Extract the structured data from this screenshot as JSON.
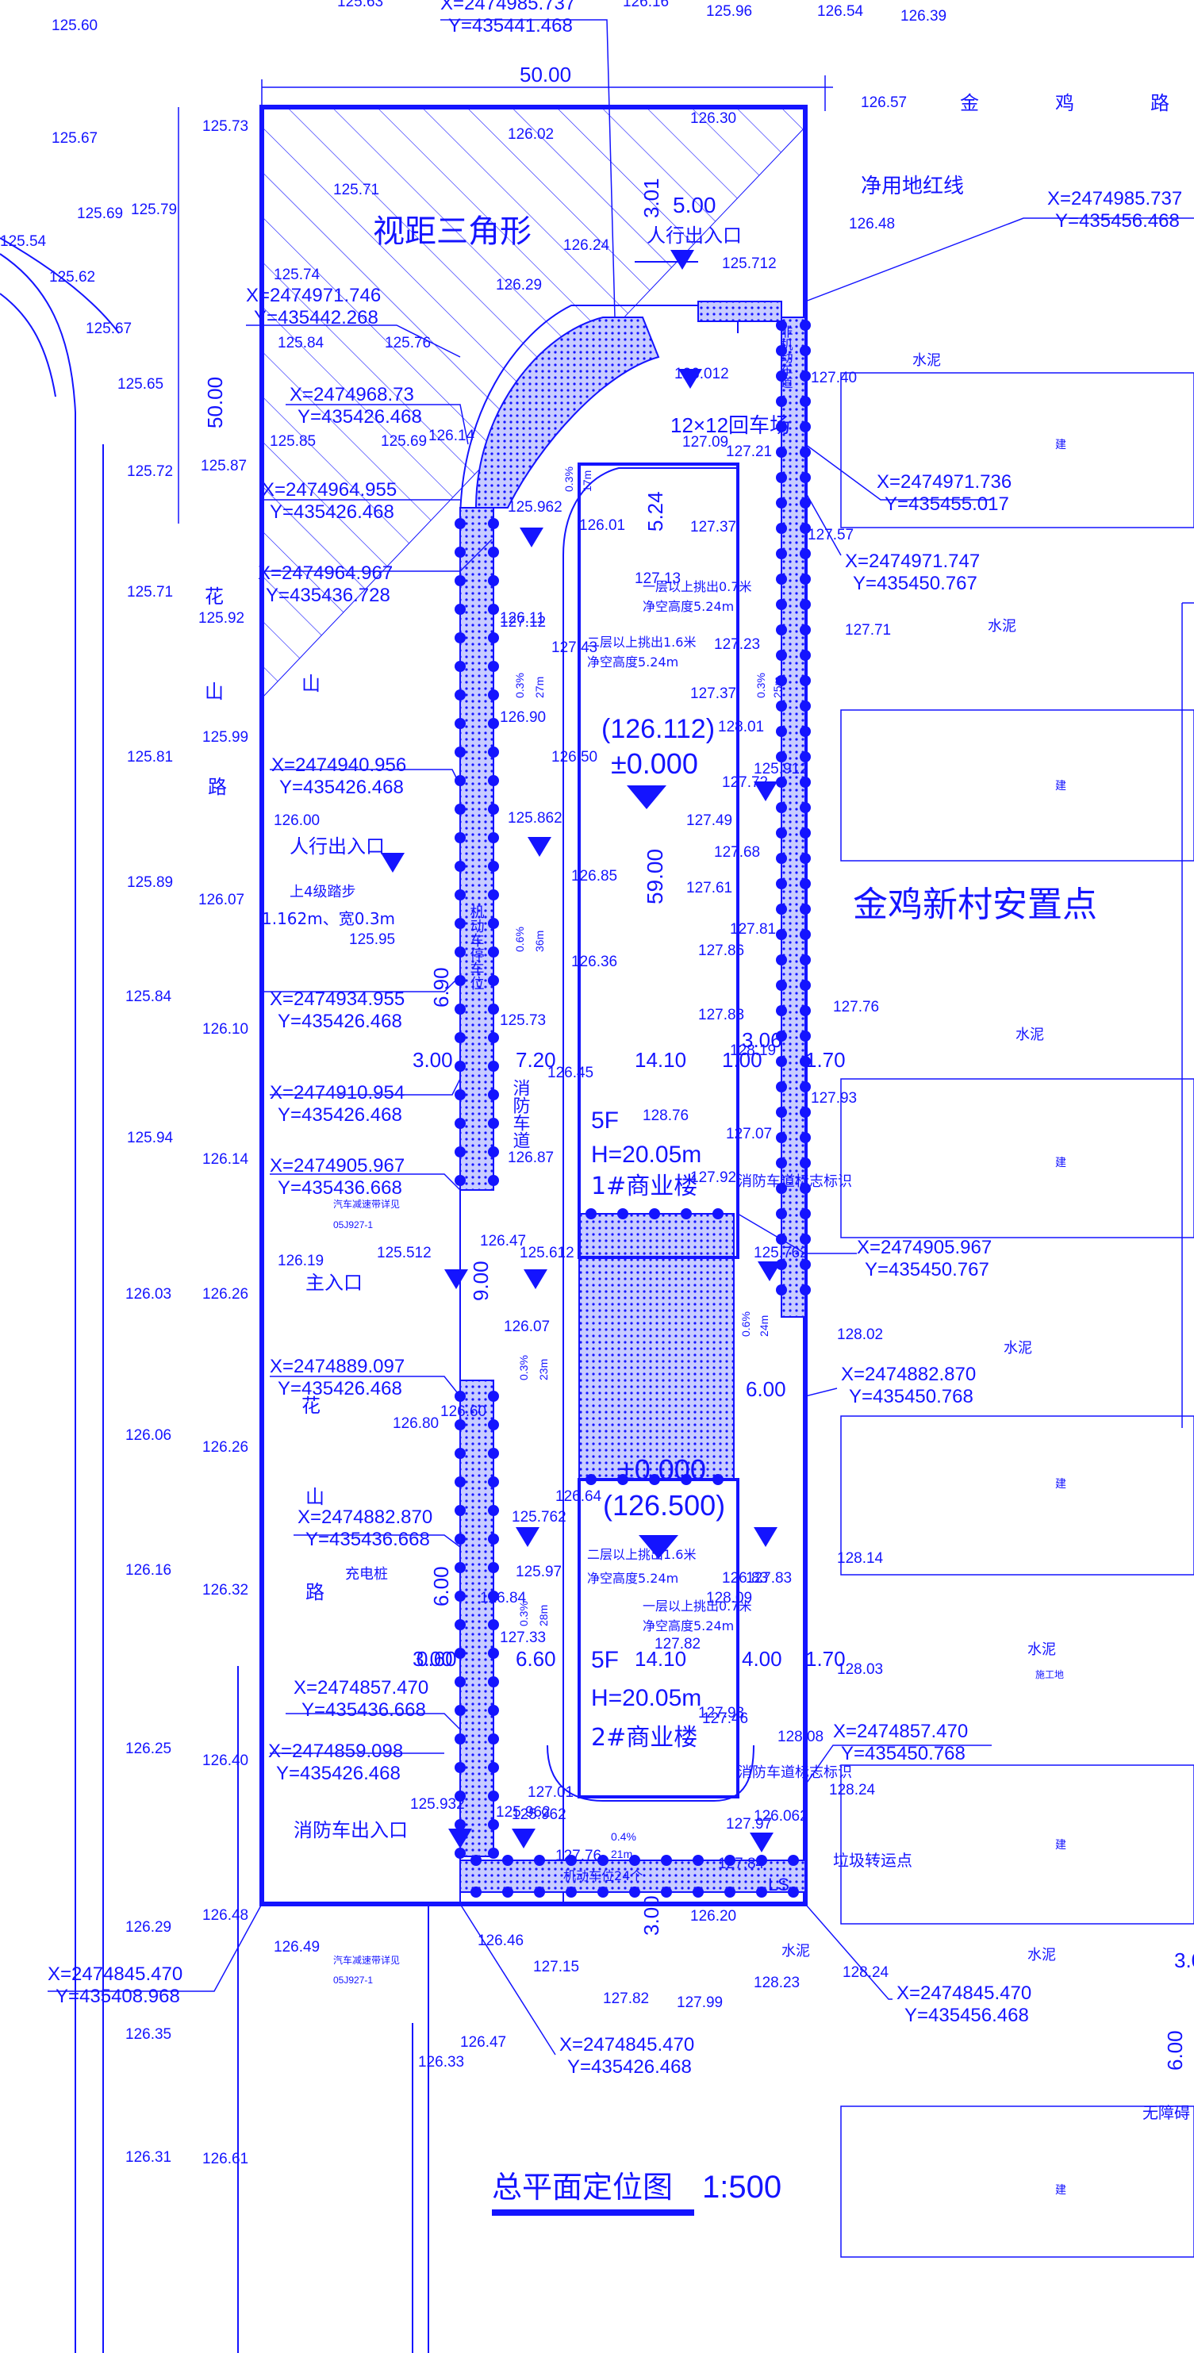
{
  "colors": {
    "line": "#1414ff",
    "hatch_fill": "#cfd2ff",
    "background": "#ffffff"
  },
  "drawing": {
    "title": "总平面定位图",
    "scale": "1:500",
    "site_name": "金鸡新村安置点",
    "roads": {
      "jinji_road": [
        "金",
        "鸡",
        "路"
      ],
      "huashan_road": [
        "花",
        "山",
        "路"
      ]
    },
    "sight_triangle": "视距三角形",
    "red_line_label": "净用地红线",
    "dimensions": {
      "top_width": "50.00",
      "left_height": "50.00",
      "gate_width": "5.00",
      "turnaround": "12×12回车场",
      "b1_width": "14.10",
      "b1_length": "59.00",
      "b2_width": "14.10",
      "road_width": "7.20",
      "lane_width_1": "3.00",
      "lane_width_2": "6.00",
      "setback_1": "1.00",
      "setback_2": "1.70",
      "setback_3": "4.00",
      "setback_4": "6.60",
      "setback_5": "0.60",
      "dim_301": "3.01",
      "dim_524": "5.24",
      "dim_9": "9.00",
      "dim_690": "6.90",
      "dim_306": "3.06"
    },
    "buildings": [
      {
        "floors": "5F",
        "height": "H=20.05m",
        "name": "1#商业楼",
        "elev": "(126.112)",
        "zero": "±0.000"
      },
      {
        "floors": "5F",
        "height": "H=20.05m",
        "name": "2#商业楼",
        "elev": "(126.500)",
        "zero": "±0.000"
      }
    ],
    "entrances": {
      "ped_north": "人行出入口",
      "ped_west": "人行出入口",
      "main": "主入口",
      "fire_exit": "消防车出入口"
    },
    "notes": {
      "fire_lane": "消防车道",
      "fire_sign_1": "消防车道标志标识",
      "fire_sign_2": "消防车道标志标识",
      "motor_parking": "机动车停车位",
      "nonmotor_lane": "非机动车道",
      "charging": "充电桩",
      "step": "上4级踏步",
      "step_size": "1.162m、宽0.3m",
      "clear_1": "二层以上挑出1.6米",
      "clear_2": "净空高度5.24m",
      "clear_3": "一层以上挑出0.7米",
      "clear_4": "净空高度5.24m",
      "lsd": "LS",
      "garbage": "垃圾转运点",
      "parking_24": "机动车位24个",
      "cement": "水泥",
      "building_e": "建",
      "construction": "施工地",
      "unobstructed": "无障碍",
      "detail_ref_1": "汽车减速带详见",
      "detail_ref_2": "05J927-1",
      "slope_1": "0.3%",
      "slope_2": "0.6%",
      "slope_3": "0.4%",
      "len_27": "27m",
      "len_25": "25m",
      "len_17": "17m",
      "len_21": "21m",
      "len_24": "24m",
      "len_28": "28m",
      "len_36": "36m",
      "len_23": "23m"
    },
    "coordinates": [
      {
        "x": "X=2474985.737",
        "y": "Y=435441.468"
      },
      {
        "x": "X=2474985.737",
        "y": "Y=435456.468"
      },
      {
        "x": "X=2474971.746",
        "y": "Y=435442.268"
      },
      {
        "x": "X=2474968.73",
        "y": "Y=435426.468"
      },
      {
        "x": "X=2474964.955",
        "y": "Y=435426.468"
      },
      {
        "x": "X=2474964.967",
        "y": "Y=435436.728"
      },
      {
        "x": "X=2474971.736",
        "y": "Y=435455.017"
      },
      {
        "x": "X=2474971.747",
        "y": "Y=435450.767"
      },
      {
        "x": "X=2474940.956",
        "y": "Y=435426.468"
      },
      {
        "x": "X=2474934.955",
        "y": "Y=435426.468"
      },
      {
        "x": "X=2474910.954",
        "y": "Y=435426.468"
      },
      {
        "x": "X=2474905.967",
        "y": "Y=435436.668"
      },
      {
        "x": "X=2474905.967",
        "y": "Y=435450.767"
      },
      {
        "x": "X=2474889.097",
        "y": "Y=435426.468"
      },
      {
        "x": "X=2474882.870",
        "y": "Y=435450.768"
      },
      {
        "x": "X=2474882.870",
        "y": "Y=435436.668"
      },
      {
        "x": "X=2474857.470",
        "y": "Y=435436.668"
      },
      {
        "x": "X=2474857.470",
        "y": "Y=435450.768"
      },
      {
        "x": "X=2474859.098",
        "y": "Y=435426.468"
      },
      {
        "x": "X=2474845.470",
        "y": "Y=435408.968"
      },
      {
        "x": "X=2474845.470",
        "y": "Y=435456.468"
      },
      {
        "x": "X=2474845.470",
        "y": "Y=435426.468"
      }
    ],
    "spot_elevations": [
      "125.60",
      "125.63",
      "126.16",
      "125.96",
      "126.54",
      "126.39",
      "126.57",
      "125.67",
      "125.73",
      "126.02",
      "126.30",
      "125.69",
      "125.79",
      "125.54",
      "125.62",
      "125.67",
      "125.71",
      "126.48",
      "125.74",
      "125.84",
      "125.76",
      "125.65",
      "125.85",
      "125.69",
      "126.14",
      "125.72",
      "125.87",
      "125.71",
      "125.92",
      "127.40",
      "127.57",
      "127.71",
      "125.99",
      "125.81",
      "126.00",
      "125.89",
      "126.07",
      "125.95",
      "125.84",
      "126.10",
      "125.94",
      "126.14",
      "126.19",
      "126.03",
      "126.26",
      "126.06",
      "126.26",
      "126.16",
      "126.32",
      "126.25",
      "126.40",
      "126.29",
      "126.48",
      "126.49",
      "126.35",
      "126.31",
      "126.61",
      "126.46",
      "127.15",
      "127.82",
      "127.99",
      "126.47",
      "126.33",
      "128.23",
      "128.24",
      "127.76",
      "127.93",
      "128.02",
      "128.14",
      "128.03",
      "128.24",
      "125.712",
      "125.962",
      "126.012",
      "125.912",
      "125.862",
      "125.512",
      "125.612",
      "125.762",
      "125.762",
      "125.962",
      "125.932",
      "125.962",
      "126.062",
      "127.09",
      "127.21",
      "127.37",
      "127.13",
      "127.23",
      "127.37",
      "128.01",
      "127.72",
      "127.49",
      "127.68",
      "127.61",
      "127.81",
      "127.86",
      "127.83",
      "128.19",
      "128.76",
      "127.07",
      "127.92",
      "127.43",
      "126.90",
      "126.50",
      "126.85",
      "126.36",
      "125.73",
      "126.45",
      "126.87",
      "126.47",
      "126.07",
      "126.64",
      "126.83",
      "127.83",
      "128.09",
      "127.82",
      "127.46",
      "127.93",
      "128.08",
      "127.01",
      "127.76",
      "127.97",
      "127.84",
      "126.20",
      "126.60",
      "126.80",
      "126.84",
      "127.33",
      "125.97",
      "126.11",
      "127.12",
      "126.01",
      "126.24",
      "126.29"
    ]
  }
}
